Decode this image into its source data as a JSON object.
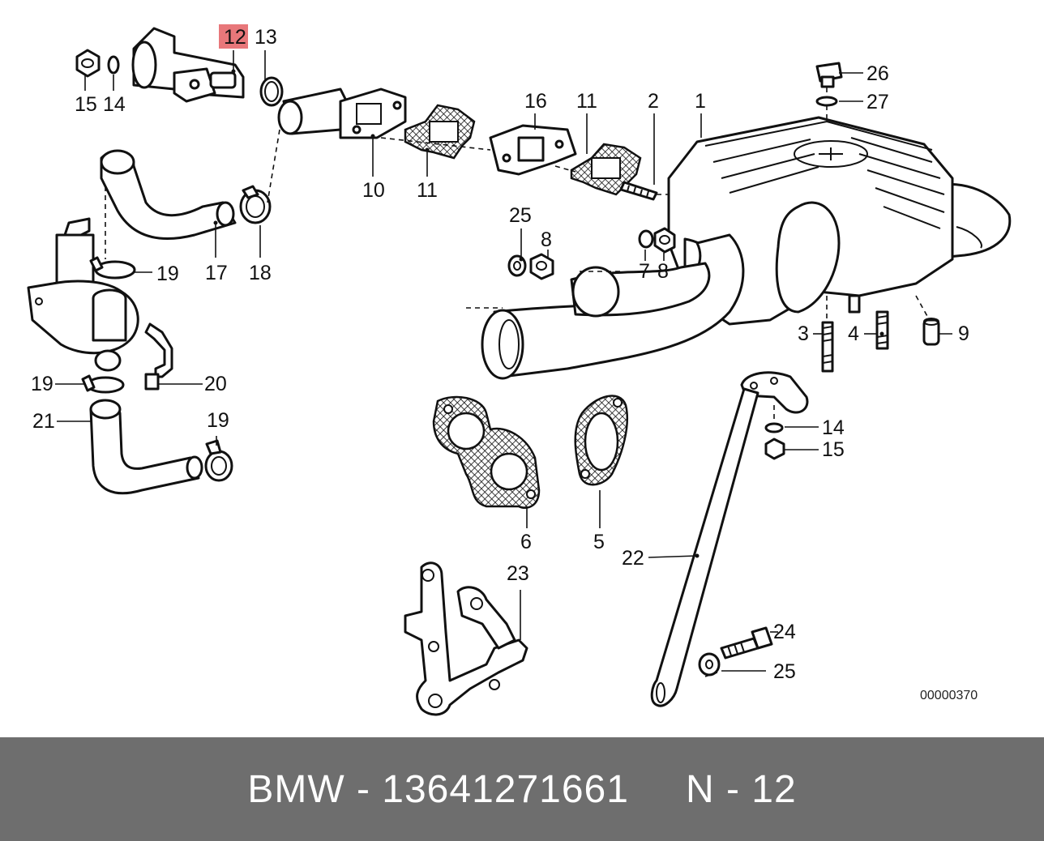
{
  "diagram": {
    "highlight_color": "#e8777a",
    "callouts": [
      {
        "id": "c12a",
        "text": "12",
        "highlight": true
      },
      {
        "id": "c13",
        "text": "13"
      },
      {
        "id": "c15a",
        "text": "15"
      },
      {
        "id": "c14a",
        "text": "14"
      },
      {
        "id": "c16",
        "text": "16"
      },
      {
        "id": "c11a",
        "text": "11"
      },
      {
        "id": "c2",
        "text": "2"
      },
      {
        "id": "c1",
        "text": "1"
      },
      {
        "id": "c26",
        "text": "26"
      },
      {
        "id": "c27",
        "text": "27"
      },
      {
        "id": "c10",
        "text": "10"
      },
      {
        "id": "c11b",
        "text": "11"
      },
      {
        "id": "c25a",
        "text": "25"
      },
      {
        "id": "c8a",
        "text": "8"
      },
      {
        "id": "c7",
        "text": "7"
      },
      {
        "id": "c8b",
        "text": "8"
      },
      {
        "id": "c17",
        "text": "17"
      },
      {
        "id": "c18",
        "text": "18"
      },
      {
        "id": "c19a",
        "text": "19"
      },
      {
        "id": "c3",
        "text": "3"
      },
      {
        "id": "c4",
        "text": "4"
      },
      {
        "id": "c9",
        "text": "9"
      },
      {
        "id": "c19b",
        "text": "19"
      },
      {
        "id": "c20",
        "text": "20"
      },
      {
        "id": "c21",
        "text": "21"
      },
      {
        "id": "c19c",
        "text": "19"
      },
      {
        "id": "c14b",
        "text": "14"
      },
      {
        "id": "c15b",
        "text": "15"
      },
      {
        "id": "c6",
        "text": "6"
      },
      {
        "id": "c5",
        "text": "5"
      },
      {
        "id": "c22",
        "text": "22"
      },
      {
        "id": "c23",
        "text": "23"
      },
      {
        "id": "c24",
        "text": "24"
      },
      {
        "id": "c25b",
        "text": "25"
      }
    ],
    "drawing_code": "00000370"
  },
  "footer": {
    "brand_part": "BMW - 13641271661",
    "page_ref": "N - 12"
  }
}
